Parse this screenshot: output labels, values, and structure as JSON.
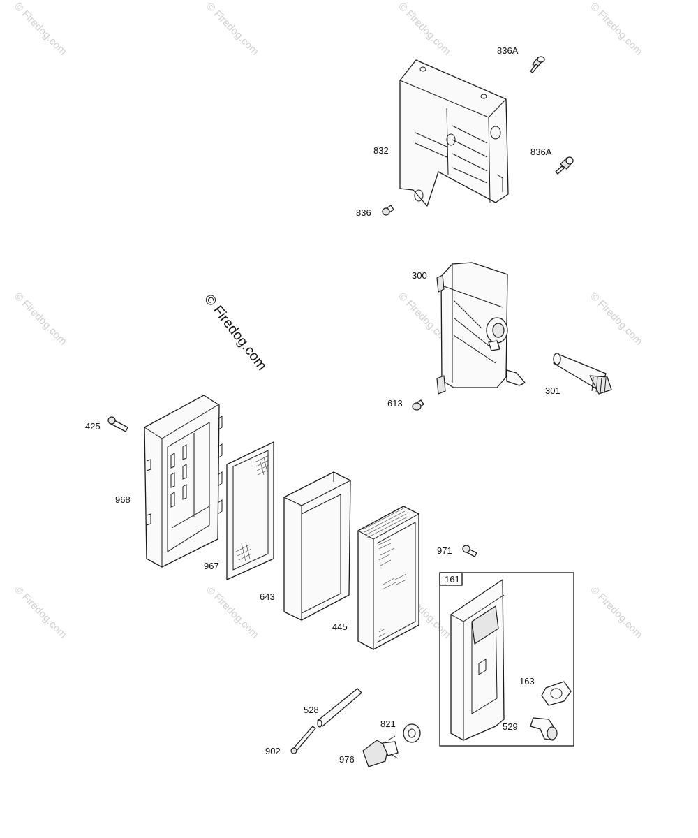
{
  "labels": {
    "p836A_top": "836A",
    "p832": "832",
    "p836A_mid": "836A",
    "p836": "836",
    "p300": "300",
    "p613": "613",
    "p301": "301",
    "p425": "425",
    "p968": "968",
    "p967": "967",
    "p643": "643",
    "p445": "445",
    "p971": "971",
    "p161": "161",
    "p163": "163",
    "p529": "529",
    "p528": "528",
    "p821": "821",
    "p902": "902",
    "p976": "976"
  },
  "watermark": {
    "text": "© Firedog.com",
    "center_text": "© Firedog.com"
  },
  "colors": {
    "line": "#1a1a1a",
    "watermark": "#d0d0d0",
    "background": "#ffffff"
  }
}
